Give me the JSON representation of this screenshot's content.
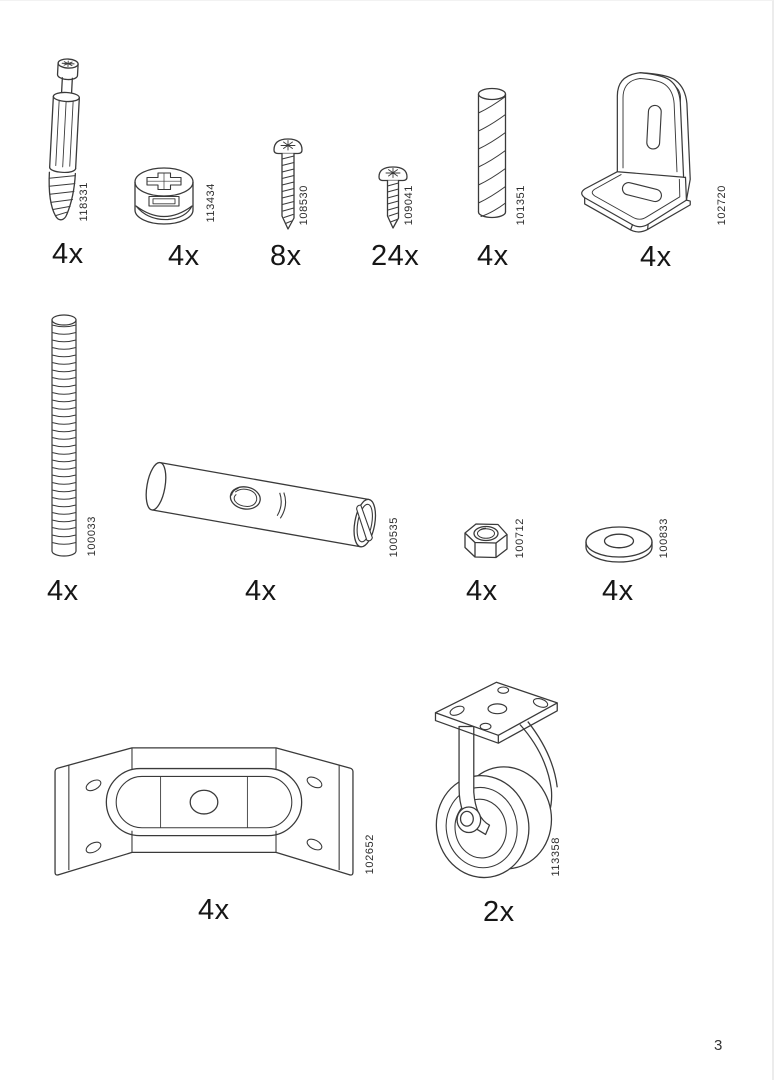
{
  "page": {
    "number": "3"
  },
  "parts": [
    {
      "id": "118331",
      "qty": "4x",
      "kind": "double-ended-dowel-screw"
    },
    {
      "id": "113434",
      "qty": "4x",
      "kind": "cam-lock-nut"
    },
    {
      "id": "108530",
      "qty": "8x",
      "kind": "pan-head-screw-long"
    },
    {
      "id": "109041",
      "qty": "24x",
      "kind": "pan-head-screw-short"
    },
    {
      "id": "101351",
      "qty": "4x",
      "kind": "wood-dowel"
    },
    {
      "id": "102720",
      "qty": "4x",
      "kind": "angle-bracket"
    },
    {
      "id": "100033",
      "qty": "4x",
      "kind": "threaded-rod"
    },
    {
      "id": "100535",
      "qty": "4x",
      "kind": "barrel-nut-cross-dowel"
    },
    {
      "id": "100712",
      "qty": "4x",
      "kind": "hex-nut"
    },
    {
      "id": "100833",
      "qty": "4x",
      "kind": "washer"
    },
    {
      "id": "102652",
      "qty": "4x",
      "kind": "mounting-bracket-plate"
    },
    {
      "id": "113358",
      "qty": "2x",
      "kind": "caster-wheel"
    }
  ]
}
